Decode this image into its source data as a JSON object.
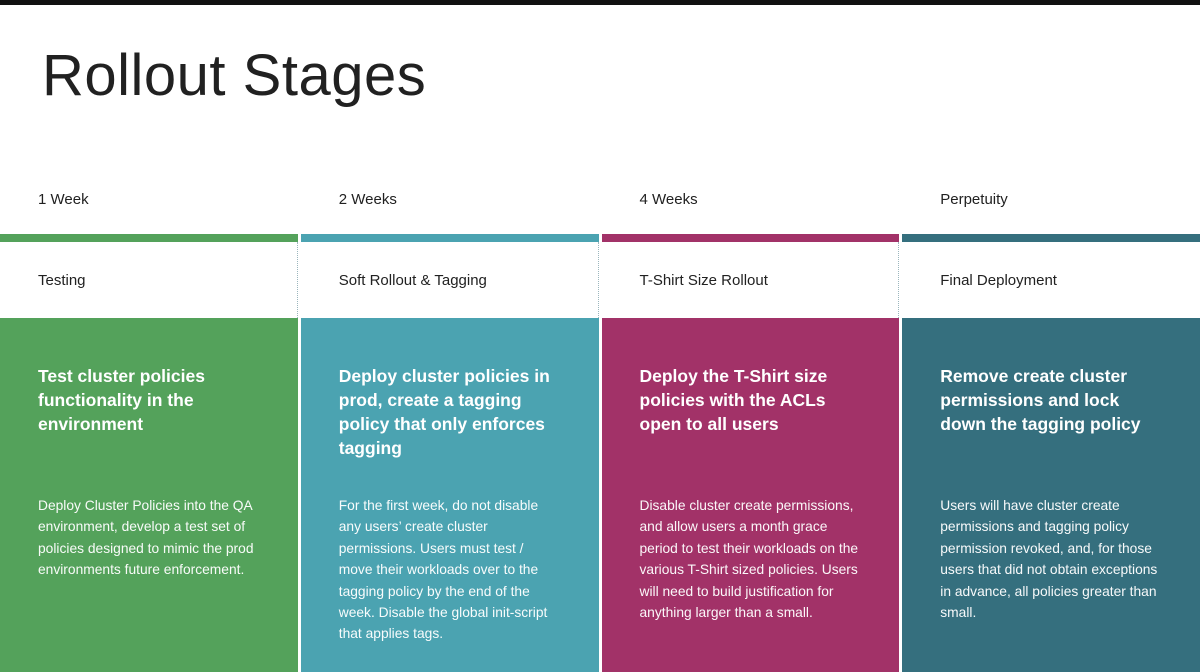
{
  "title": "Rollout Stages",
  "columns": [
    {
      "duration": "1 Week",
      "stage": "Testing",
      "heading": "Test cluster policies functionality in the environment",
      "body": "Deploy Cluster Policies into the QA environment, develop a test set of policies designed to mimic the prod environments future enforcement.",
      "color": "#54a25b"
    },
    {
      "duration": "2 Weeks",
      "stage": "Soft Rollout & Tagging",
      "heading": "Deploy cluster policies in prod, create a tagging policy that only enforces tagging",
      "body": "For the first week, do not disable any users’ create cluster permissions. Users must test / move their workloads over to the tagging policy by the end of the week. Disable the global init-script that applies tags.",
      "color": "#4ba3b1"
    },
    {
      "duration": "4 Weeks",
      "stage": "T-Shirt Size Rollout",
      "heading": "Deploy the T-Shirt size policies with the ACLs open to all users",
      "body": "Disable cluster create permissions, and allow users a month grace period to test their workloads on the various T-Shirt sized policies. Users will need to build justification for anything larger than a small.",
      "color": "#a23268"
    },
    {
      "duration": "Perpetuity",
      "stage": "Final Deployment",
      "heading": "Remove create cluster permissions and lock down the tagging policy",
      "body": "Users will have cluster create permissions and tagging policy permission revoked, and, for those users that did not obtain exceptions in advance, all policies greater than small.",
      "color": "#356f7e"
    }
  ]
}
